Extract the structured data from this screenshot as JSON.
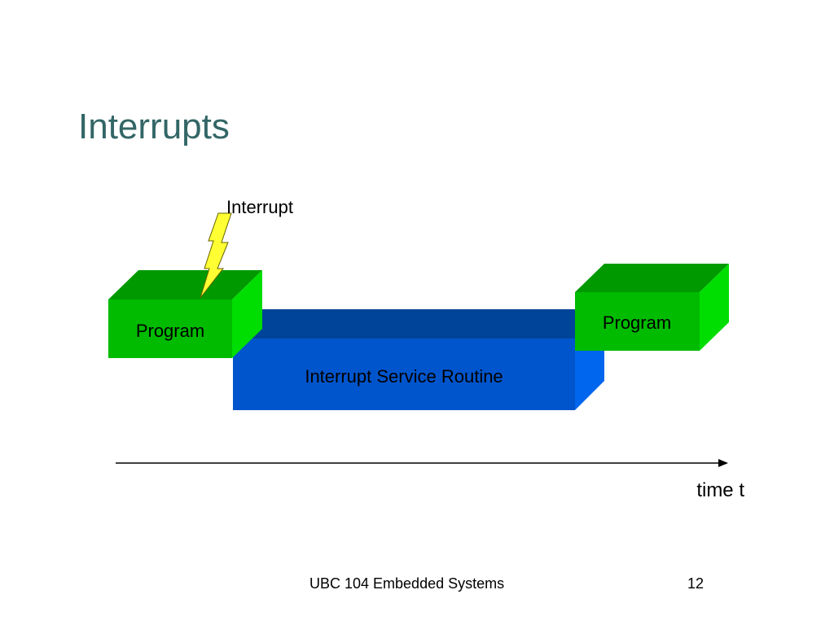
{
  "slide": {
    "title": "Interrupts",
    "footer": "UBC 104 Embedded Systems",
    "page_number": "12"
  },
  "diagram": {
    "interrupt_label": "Interrupt",
    "program_label_left": "Program",
    "isr_label": "Interrupt Service Routine",
    "program_label_right": "Program",
    "time_label": "time t",
    "colors": {
      "program_front": "#00bb00",
      "program_top": "#009900",
      "program_side": "#00dd00",
      "isr_front": "#0055cc",
      "isr_top": "#004499",
      "isr_side": "#0066ee",
      "bolt": "#ffff33",
      "title": "#336666"
    }
  }
}
